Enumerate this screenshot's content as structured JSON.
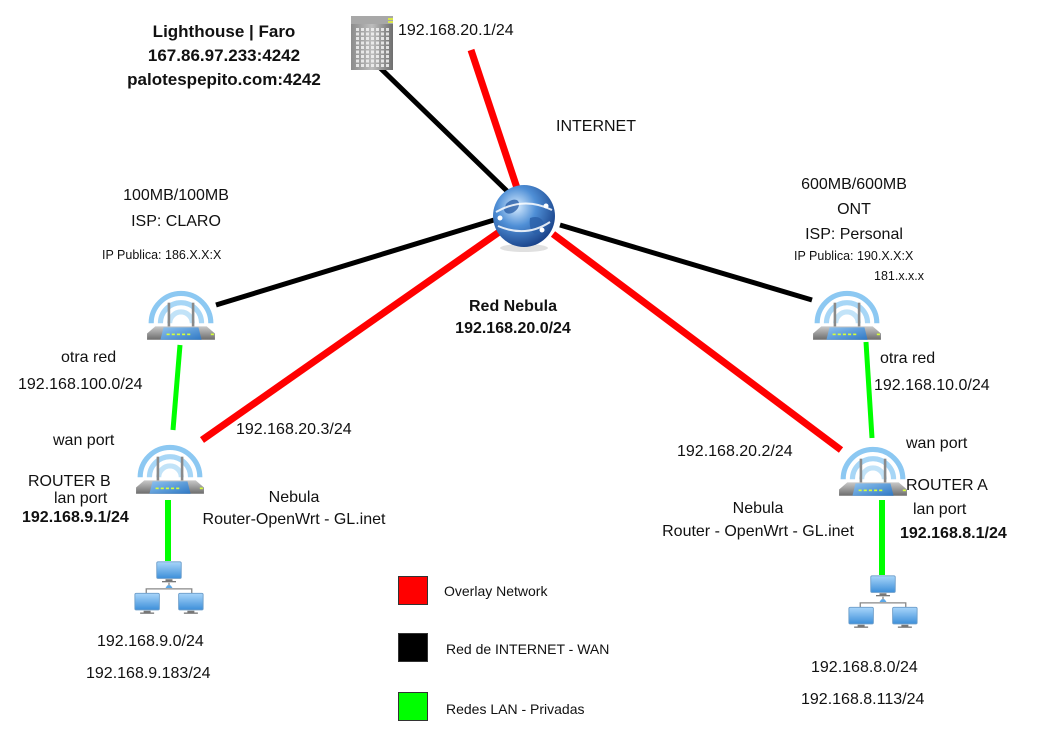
{
  "colors": {
    "overlay": "#ff0000",
    "wan": "#000000",
    "lan": "#00ff00"
  },
  "lighthouse": {
    "title": "Lighthouse | Faro",
    "ip_port": "167.86.97.233:4242",
    "domain": "palotespepito.com:4242",
    "nebula_ip": "192.168.20.1/24",
    "icon": "server-icon"
  },
  "internet": {
    "label": "INTERNET",
    "icon": "globe-icon"
  },
  "nebula_network": {
    "name": "Red Nebula",
    "subnet": "192.168.20.0/24"
  },
  "isp_b": {
    "speed": "100MB/100MB",
    "isp": "ISP: CLARO",
    "public_ip": "IP Publica: 186.X.X:X",
    "icon": "wifi-router-icon"
  },
  "isp_a": {
    "speed": "600MB/600MB",
    "type": "ONT",
    "isp": "ISP: Personal",
    "public_ip": "IP Publica: 190.X.X:X",
    "secondary_ip": "181.x.x.x",
    "icon": "wifi-router-icon"
  },
  "router_b": {
    "upstream_label": "otra red",
    "upstream_subnet": "192.168.100.0/24",
    "wan_label": "wan port",
    "name": "ROUTER B",
    "lan_label": "lan port",
    "lan_ip": "192.168.9.1/24",
    "nebula_ip": "192.168.20.3/24",
    "desc_line1": "Nebula",
    "desc_line2": "Router-OpenWrt - GL.inet",
    "lan_subnet": "192.168.9.0/24",
    "host_ip": "192.168.9.183/24"
  },
  "router_a": {
    "upstream_label": "otra red",
    "upstream_subnet": "192.168.10.0/24",
    "wan_label": "wan port",
    "name": "ROUTER A",
    "lan_label": "lan port",
    "lan_ip": "192.168.8.1/24",
    "nebula_ip": "192.168.20.2/24",
    "desc_line1": "Nebula",
    "desc_line2": "Router - OpenWrt - GL.inet",
    "lan_subnet": "192.168.8.0/24",
    "host_ip": "192.168.8.113/24"
  },
  "legend": [
    {
      "label": "Overlay Network",
      "color": "#ff0000"
    },
    {
      "label": "Red de INTERNET - WAN",
      "color": "#000000"
    },
    {
      "label": "Redes LAN - Privadas",
      "color": "#00ff00"
    }
  ]
}
